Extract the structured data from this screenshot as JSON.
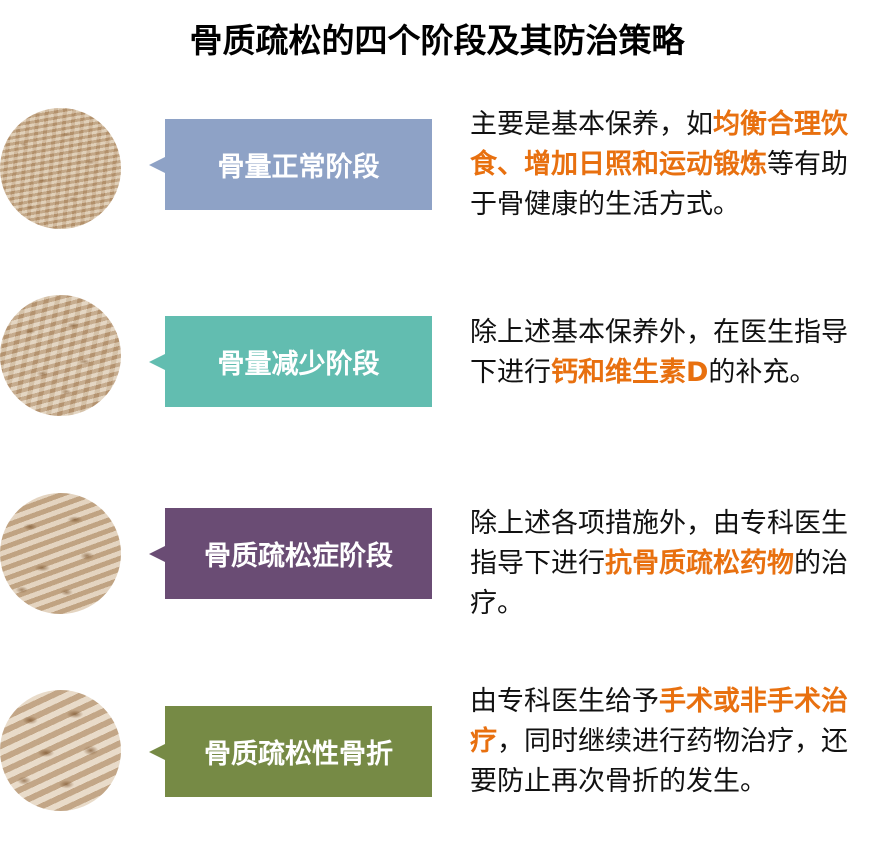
{
  "title": "骨质疏松的四个阶段及其防治策略",
  "colors": {
    "highlight": "#e8700f",
    "stage1": "#8ea2c6",
    "stage2": "#62bdb0",
    "stage3": "#6a4c74",
    "stage4": "#768a45"
  },
  "stages": [
    {
      "label": "骨量正常阶段",
      "icon": "normal-bone-texture",
      "desc": [
        {
          "t": "主要是基本保养，如",
          "h": false
        },
        {
          "t": "均衡合理饮食、增加日照和运动锻炼",
          "h": true
        },
        {
          "t": "等有助于骨健康的生活方式。",
          "h": false
        }
      ],
      "desc_parts": {
        "p0": "主要是基本保养，如",
        "p1": "均衡合理饮食、增加日照和运动锻炼",
        "p2": "等有助于骨健康的生活方式。"
      }
    },
    {
      "label": "骨量减少阶段",
      "icon": "reduced-bone-texture",
      "desc_parts": {
        "p0": "除上述基本保养外，在医生指导下进行",
        "p1": "钙和维生素D",
        "p2": "的补充。"
      }
    },
    {
      "label": "骨质疏松症阶段",
      "icon": "osteoporosis-bone-texture",
      "desc_parts": {
        "p0": "除上述各项措施外，由专科医生指导下进行",
        "p1": "抗骨质疏松药物",
        "p2": "的治疗。"
      }
    },
    {
      "label": "骨质疏松性骨折",
      "icon": "fracture-bone-texture",
      "desc_parts": {
        "p0": "由专科医生给予",
        "p1": "手术或非手术治疗",
        "p2": "，同时继续进行药物治疗，还要防止再次骨折的发生。"
      }
    }
  ]
}
